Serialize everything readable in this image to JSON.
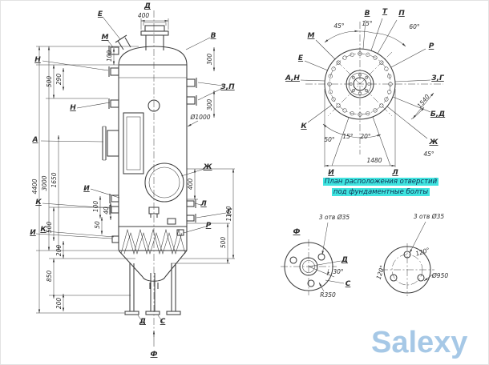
{
  "labels": {
    "E": "Е",
    "D": "Д",
    "M": "М",
    "V": "В",
    "N": "Н",
    "A": "А",
    "Zh": "Ж",
    "I": "И",
    "K": "К",
    "L": "Л",
    "G": "Г",
    "R": "Р",
    "T": "Т",
    "P": "П",
    "S": "С",
    "F": "Ф",
    "ZP": "З,П",
    "AN": "А,Н",
    "ZG": "З,Г",
    "BD": "Б,Д"
  },
  "dims": {
    "d40": "40",
    "d50": "50",
    "d100": "100",
    "d200": "200",
    "d290": "290",
    "d300": "300",
    "d400": "400",
    "d500": "500",
    "d850": "850",
    "d1100": "1100",
    "d1480": "1480",
    "d1540": "1540",
    "d1650": "1650",
    "d3000": "3000",
    "d4400": "4400",
    "dia1000": "Ø1000",
    "dia950": "Ø950",
    "r350": "R350",
    "holes": "3 отв Ø35",
    "a15": "15°",
    "a20": "20°",
    "a30": "30°",
    "a45": "45°",
    "a50": "50°",
    "a60": "60°",
    "a120": "120°"
  },
  "caption": {
    "line1": "План расположения отверстий",
    "line2": "под фундаментные болты"
  },
  "watermark": "Salexy",
  "colors": {
    "bg": "#ffffff",
    "line": "#3c3c3c",
    "dim": "#474747",
    "highlight": "#3fe3df",
    "caption-text": "#0e2f52",
    "watermark": "#a6c8e6"
  }
}
